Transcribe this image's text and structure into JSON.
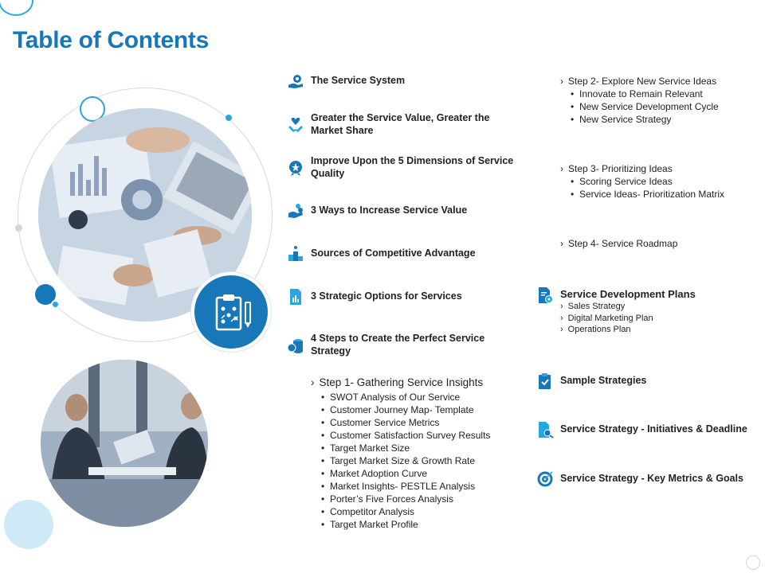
{
  "title": "Table of Contents",
  "colors": {
    "accent": "#1877b8",
    "light_accent": "#29a6e0"
  },
  "left_items": [
    {
      "icon": "gear-hand-icon",
      "label": "The Service System"
    },
    {
      "icon": "hand-heart-icon",
      "label": "Greater the Service Value, Greater the Market Share"
    },
    {
      "icon": "badge-star-icon",
      "label": "Improve Upon the 5 Dimensions of Service Quality"
    },
    {
      "icon": "hand-coins-icon",
      "label": "3 Ways to Increase Service Value"
    },
    {
      "icon": "podium-icon",
      "label": "Sources of Competitive Advantage"
    },
    {
      "icon": "document-chart-icon",
      "label": "3 Strategic Options for Services"
    },
    {
      "icon": "coins-stack-icon",
      "label": "4 Steps to Create the Perfect Service Strategy"
    }
  ],
  "step1": {
    "heading": "Step 1- Gathering Service Insights",
    "bullets": [
      "SWOT Analysis of Our Service",
      "Customer Journey Map- Template",
      "Customer Service Metrics",
      "Customer Satisfaction Survey Results",
      "Target Market Size",
      "Target Market Size & Growth Rate",
      "Market Adoption Curve",
      "Market Insights- PESTLE Analysis",
      "Porter’s Five Forces Analysis",
      "Competitor Analysis",
      "Target Market Profile"
    ]
  },
  "step2": {
    "heading": "Step 2- Explore New Service Ideas",
    "bullets": [
      "Innovate to Remain Relevant",
      "New Service Development Cycle",
      "New Service Strategy"
    ]
  },
  "step3": {
    "heading": "Step 3- Prioritizing Ideas",
    "bullets": [
      "Scoring Service Ideas",
      "Service Ideas- Prioritization Matrix"
    ]
  },
  "step4": {
    "heading": "Step 4- Service Roadmap"
  },
  "sdp": {
    "icon": "document-gear-icon",
    "label": "Service Development Plans",
    "items": [
      "Sales Strategy",
      "Digital Marketing Plan",
      "Operations Plan"
    ]
  },
  "right_items": [
    {
      "icon": "clipboard-icon",
      "label": "Sample Strategies"
    },
    {
      "icon": "document-search-icon",
      "label": "Service Strategy - Initiatives & Deadline"
    },
    {
      "icon": "target-icon",
      "label": "Service Strategy - Key Metrics & Goals"
    }
  ]
}
